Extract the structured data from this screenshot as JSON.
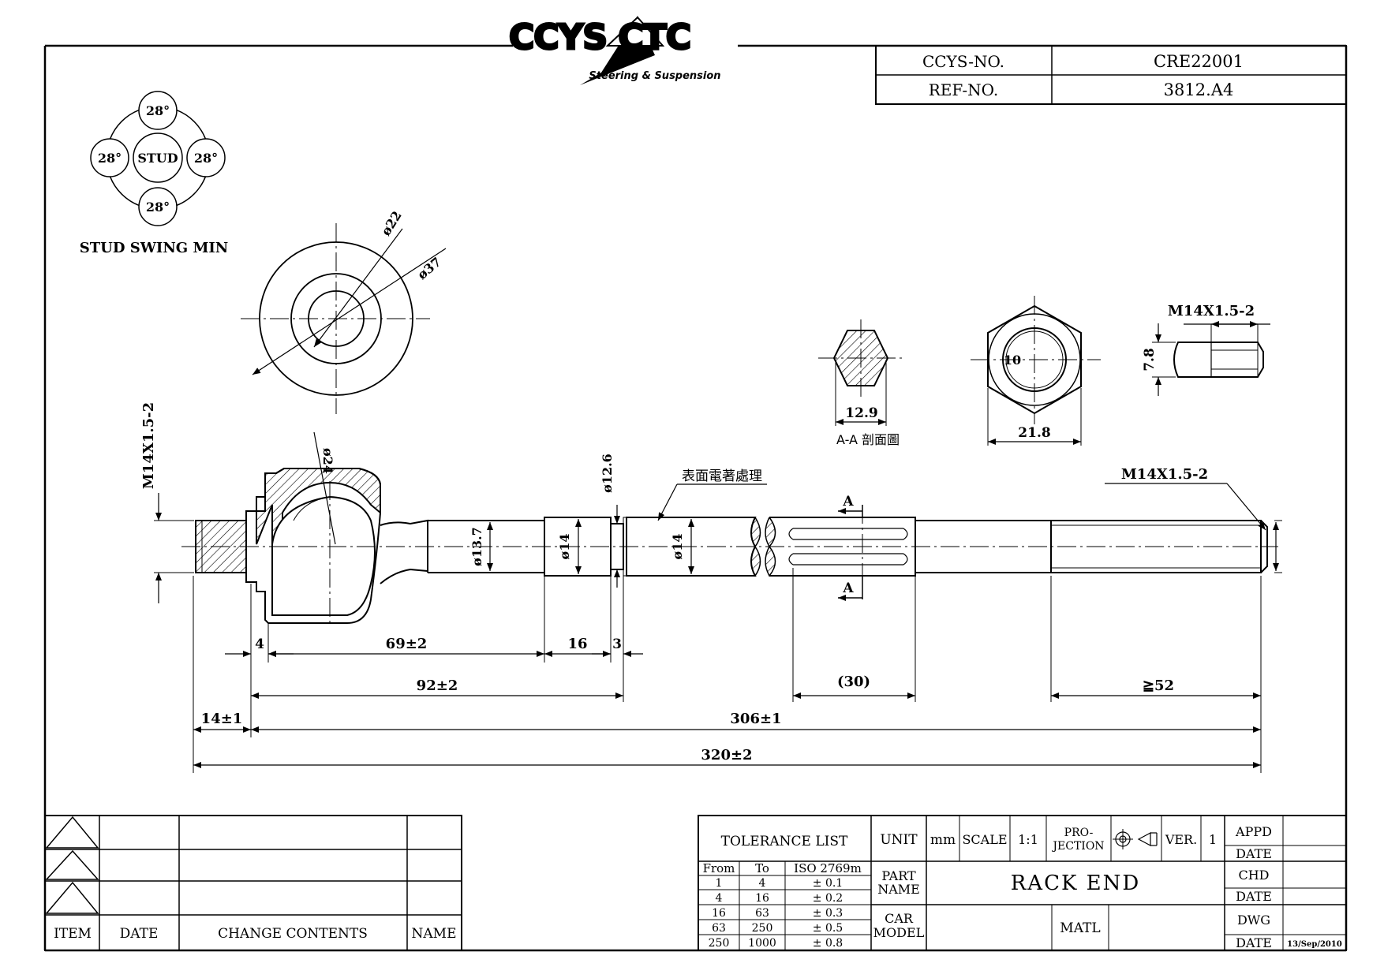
{
  "logo": {
    "brand": "CCYS CTC",
    "tagline": "Steering & Suspension"
  },
  "header": {
    "ccys_no_label": "CCYS-NO.",
    "ccys_no_value": "CRE22001",
    "ref_no_label": "REF-NO.",
    "ref_no_value": "3812.A4"
  },
  "stud_swing": {
    "top": "28°",
    "left": "28°",
    "right": "28°",
    "bottom": "28°",
    "center": "STUD",
    "caption": "STUD SWING MIN"
  },
  "dimensions": {
    "d22": "ø22",
    "d37": "ø37",
    "thread_left": "M14X1.5-2",
    "d24": "ø24",
    "d12_6": "ø12.6",
    "surface_note": "表面電著處理",
    "thread_right": "M14X1.5-2",
    "d13_7": "ø13.7",
    "d14_a": "ø14",
    "d14_b": "ø14",
    "sec_a_top": "A",
    "sec_a_bottom": "A",
    "hex_12_9": "12.9",
    "section_label": "A-A 剖面圖",
    "nut_10": "10",
    "nut_21_8": "21.8",
    "nut_thread": "M14X1.5-2",
    "nut_7_8": "7.8",
    "l4": "4",
    "l69": "69±2",
    "l16": "16",
    "l3": "3",
    "l92": "92±2",
    "l30": "(30)",
    "l52": "≧52",
    "l14": "14±1",
    "l306": "306±1",
    "l320": "320±2"
  },
  "revision_table": {
    "headers": [
      "ITEM",
      "DATE",
      "CHANGE CONTENTS",
      "NAME"
    ]
  },
  "title_block": {
    "tolerance_title": "TOLERANCE LIST",
    "tol_headers": [
      "From",
      "To",
      "ISO 2769m"
    ],
    "tol_rows": [
      [
        "1",
        "4",
        "± 0.1"
      ],
      [
        "4",
        "16",
        "± 0.2"
      ],
      [
        "16",
        "63",
        "± 0.3"
      ],
      [
        "63",
        "250",
        "± 0.5"
      ],
      [
        "250",
        "1000",
        "± 0.8"
      ]
    ],
    "unit_label": "UNIT",
    "unit_value": "mm",
    "scale_label": "SCALE",
    "scale_value": "1:1",
    "projection_label_1": "PRO-",
    "projection_label_2": "JECTION",
    "ver_label": "VER.",
    "ver_value": "1",
    "part_name_label_1": "PART",
    "part_name_label_2": "NAME",
    "part_name_value": "RACK END",
    "car_model_label_1": "CAR",
    "car_model_label_2": "MODEL",
    "matl_label": "MATL",
    "appd_label": "APPD",
    "date_label_1": "DATE",
    "chd_label": "CHD",
    "date_label_2": "DATE",
    "dwg_label": "DWG",
    "date_label_3": "DATE",
    "dwg_date": "13/Sep/2010"
  }
}
